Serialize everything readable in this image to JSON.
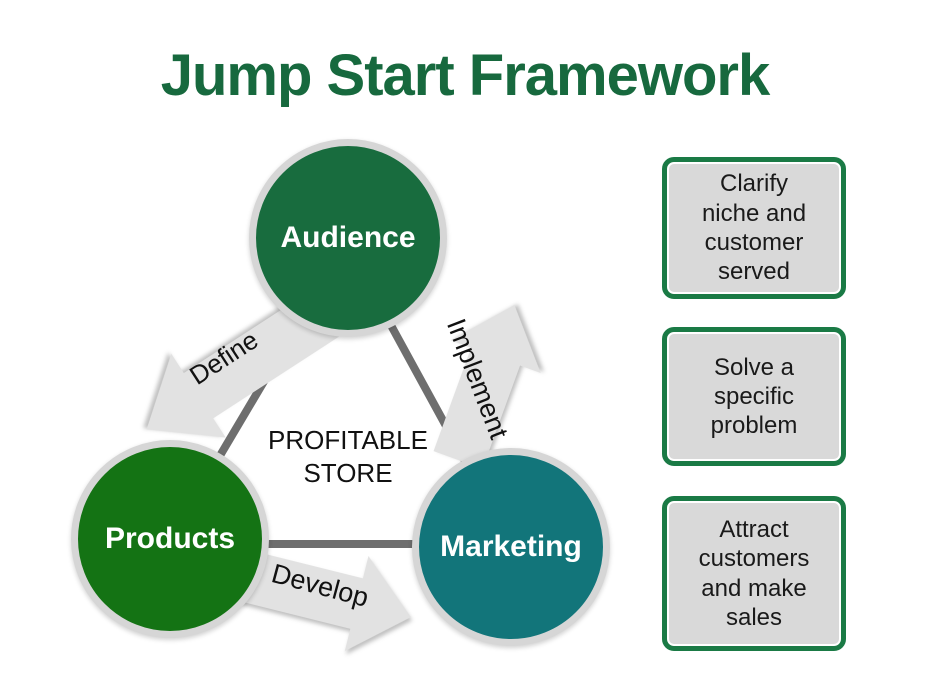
{
  "title": "Jump Start Framework",
  "center": {
    "label": "PROFITABLE\nSTORE"
  },
  "nodes": {
    "audience": {
      "label": "Audience",
      "color": "#186c3e"
    },
    "products": {
      "label": "Products",
      "color": "#147314"
    },
    "marketing": {
      "label": "Marketing",
      "color": "#12757a"
    }
  },
  "arrows": {
    "define": {
      "label": "Define"
    },
    "develop": {
      "label": "Develop"
    },
    "implement": {
      "label": "Implement"
    }
  },
  "cards": [
    {
      "text": "Clarify\nniche and\ncustomer\nserved"
    },
    {
      "text": "Solve a\nspecific\nproblem"
    },
    {
      "text": "Attract\ncustomers\nand make\nsales"
    }
  ],
  "colors": {
    "title_green": "#17693e",
    "audience_green": "#186c3e",
    "products_green": "#147314",
    "marketing_teal": "#12757a",
    "card_border_green": "#1a7a45",
    "card_fill_gray": "#d9d9d9",
    "triangle_line_gray": "#6e6e6e",
    "arrow_fill_gray": "#e2e2e2",
    "circle_ring_gray": "#d6d6d6",
    "background": "#ffffff"
  }
}
